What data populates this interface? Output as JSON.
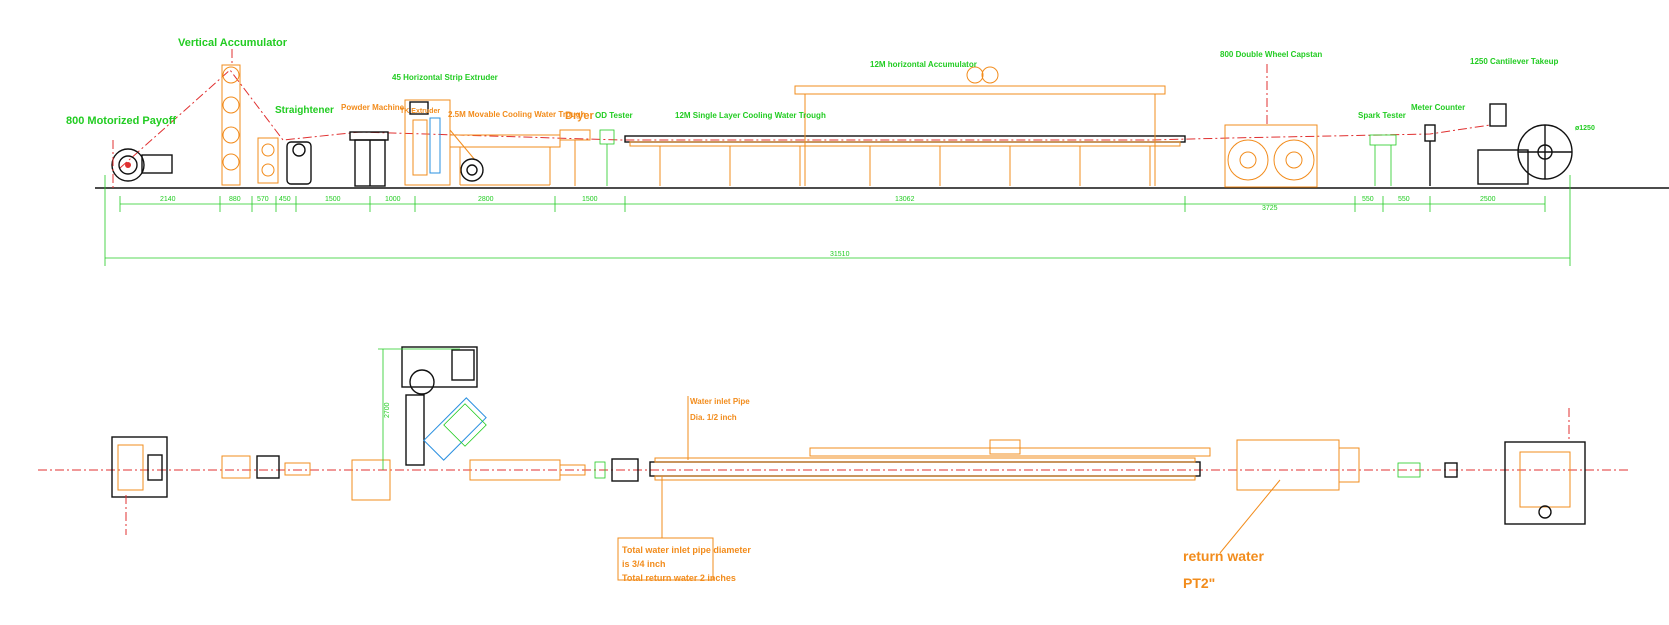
{
  "elevation": {
    "labels": {
      "vertical_accumulator": "Vertical Accumulator",
      "motorized_payoff": "800 Motorized Payoff",
      "straightener": "Straightener",
      "powder_machine": "Powder Machine",
      "strip_extruder": "45 Horizontal Strip Extruder",
      "tk_extruder": "TK Extruder",
      "movable_trough": "2.5M Movable Cooling Water Trough",
      "dryer": "Dryer",
      "od_tester": "OD Tester",
      "single_layer_trough": "12M Single Layer Cooling Water Trough",
      "horizontal_accumulator": "12M horizontal Accumulator",
      "capstan": "800 Double Wheel Capstan",
      "cantilever_takeup": "1250 Cantilever Takeup",
      "spark_tester": "Spark Tester",
      "meter_counter": "Meter Counter",
      "takeup_diameter": "ø1250"
    },
    "dimensions": {
      "d1": "2140",
      "d2": "880",
      "d3": "570",
      "d4": "450",
      "d5": "1500",
      "d6": "1000",
      "d7": "2800",
      "d8": "1500",
      "d9": "13062",
      "d10": "3725",
      "d11": "550",
      "d12": "550",
      "d13": "2500",
      "total": "31510"
    }
  },
  "plan": {
    "labels": {
      "water_inlet_line1": "Water inlet Pipe",
      "water_inlet_line2": "Dia. 1/2 inch",
      "total_inlet_line1": "Total water inlet pipe diameter",
      "total_inlet_line2": "is 3/4 inch",
      "total_return": "Total return water 2 inches",
      "return_water": "return water",
      "return_pt": "PT2\""
    },
    "dimensions": {
      "extruder_height": "2700"
    }
  },
  "colors": {
    "equipment": "#f28c1c",
    "annotation": "#22cc22",
    "centerline": "#e03030",
    "ground": "#111111",
    "accent_blue": "#2a90e0"
  }
}
